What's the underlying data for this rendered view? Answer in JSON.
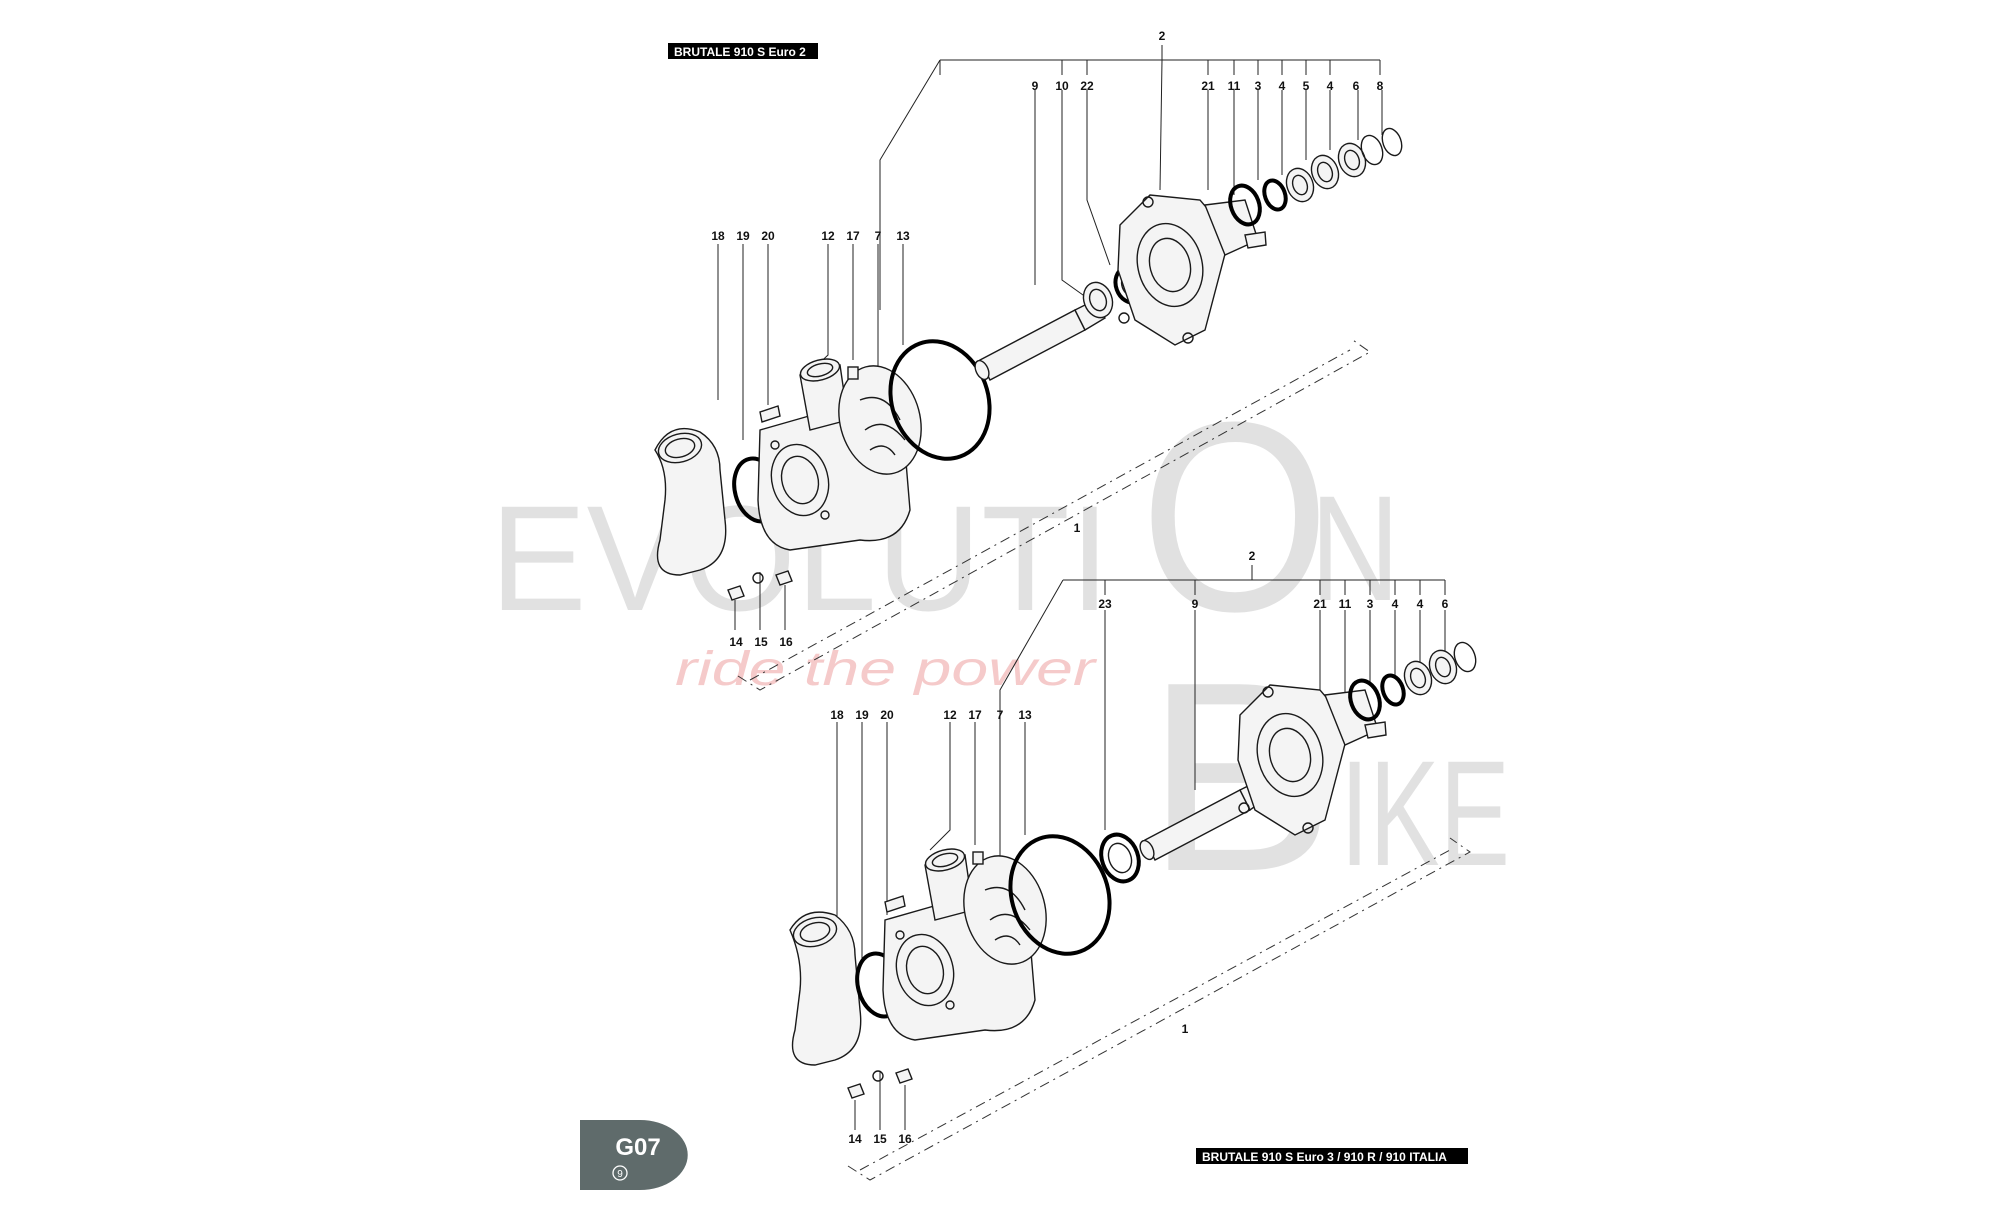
{
  "diagram": {
    "top_variant": "BRUTALE 910 S Euro 2",
    "bottom_variant": "BRUTALE 910 S Euro 3 / 910 R / 910 ITALIA",
    "page_tab": {
      "code": "G07",
      "sub": "9",
      "color": "#5f6b6b"
    },
    "watermark": {
      "left_word": "EVOLUTI",
      "letter_o": "O",
      "letter_n": "N",
      "letter_b": "B",
      "right_word": "IKE",
      "slogan": "ride the power",
      "color": "#c9c9c9",
      "slogan_color": "#f1b4b4"
    },
    "top_labels": {
      "p2": "2",
      "p9": "9",
      "p10": "10",
      "p22": "22",
      "p21": "21",
      "p11": "11",
      "p3": "3",
      "p4a": "4",
      "p5": "5",
      "p4b": "4",
      "p6": "6",
      "p8": "8",
      "p18": "18",
      "p19": "19",
      "p20": "20",
      "p12": "12",
      "p17": "17",
      "p7": "7",
      "p13": "13",
      "p1": "1",
      "p14": "14",
      "p15": "15",
      "p16": "16"
    },
    "bottom_labels": {
      "p2": "2",
      "p23": "23",
      "p9": "9",
      "p21": "21",
      "p11": "11",
      "p3": "3",
      "p4a": "4",
      "p4b": "4",
      "p6": "6",
      "p18": "18",
      "p19": "19",
      "p20": "20",
      "p12": "12",
      "p17": "17",
      "p7": "7",
      "p13": "13",
      "p1": "1",
      "p14": "14",
      "p15": "15",
      "p16": "16"
    }
  }
}
